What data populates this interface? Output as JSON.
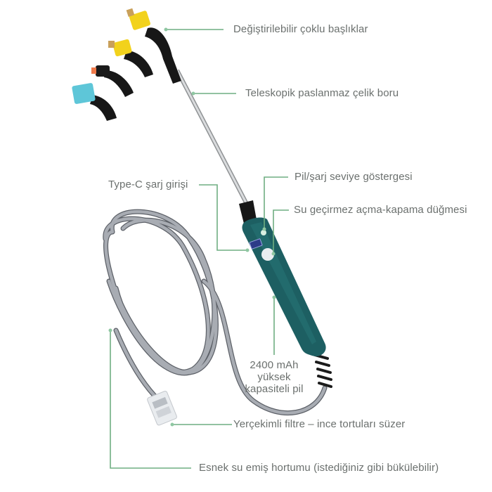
{
  "diagram": {
    "subject": "Portable electric sprayer wand",
    "colors": {
      "leader_line": "#6fae82",
      "label_text": "#6b706e",
      "handle": "#1d5f62",
      "hose": "#9a9ea6",
      "nozzle_yellow": "#f2d21c",
      "nozzle_blue": "#5ec6d8",
      "nozzle_orange": "#f07a4a",
      "rod": "#c9cbcd"
    },
    "labels": [
      {
        "id": "nozzles",
        "text": "Değiştirilebilir çoklu başlıklar"
      },
      {
        "id": "rod",
        "text": "Teleskopik paslanmaz çelik boru"
      },
      {
        "id": "battery_indicator",
        "text": "Pil/şarj seviye göstergesi"
      },
      {
        "id": "typec",
        "text": "Type-C şarj girişi"
      },
      {
        "id": "switch",
        "text": "Su geçirmez açma-kapama düğmesi"
      },
      {
        "id": "battery_line1",
        "text": "2400 mAh"
      },
      {
        "id": "battery_line2",
        "text": "yüksek"
      },
      {
        "id": "battery_line3",
        "text": "kapasiteli pil"
      },
      {
        "id": "filter",
        "text": "Yerçekimli filtre – ince tortuları süzer"
      },
      {
        "id": "hose",
        "text": "Esnek su emiş hortumu (istediğiniz gibi bükülebilir)"
      }
    ]
  }
}
